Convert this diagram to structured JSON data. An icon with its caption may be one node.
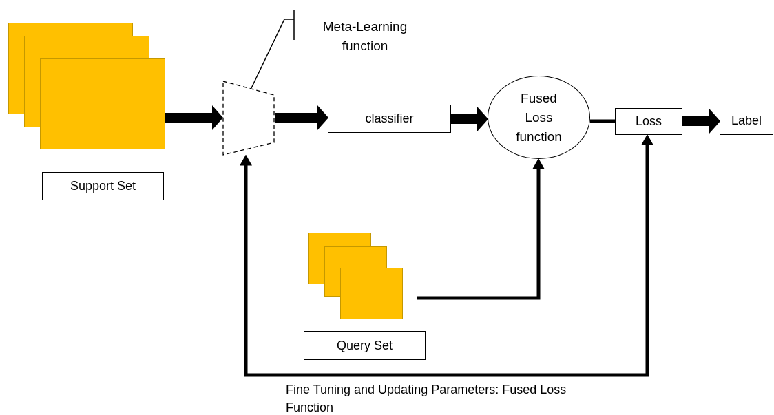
{
  "diagram": {
    "nodes": [
      {
        "text": [],
        "shape": "box"
      },
      {
        "text": [
          "Support Set"
        ]
      },
      {
        "text": [],
        "shape": "trapezoid"
      },
      {
        "text": [
          "Meta-Learning function"
        ]
      },
      {
        "text": [
          "classifier"
        ]
      },
      {
        "text": [
          "Fused Loss function"
        ]
      },
      {
        "text": [
          "Loss"
        ]
      },
      {
        "text": [
          "Label"
        ]
      },
      {
        "text": [],
        "shape": "box"
      },
      {
        "text": [
          "Query Set"
        ]
      }
    ],
    "edges": [
      {
        "from": 0,
        "to": 2,
        "arrow": "to",
        "style": "thick"
      },
      {
        "from": 2,
        "to": 4,
        "arrow": "to",
        "style": "thick"
      },
      {
        "from": 4,
        "to": 5,
        "arrow": "to",
        "style": "thick"
      },
      {
        "from": 5,
        "to": 6,
        "arrow": "none"
      },
      {
        "from": 6,
        "to": 7,
        "arrow": "to",
        "style": "thick"
      },
      {
        "from": 8,
        "to": 5,
        "arrow": "to"
      },
      {
        "from": 6,
        "to": 2,
        "arrow": "both",
        "label": "Fine Tuning and Updating Parameters: Fused Loss Function"
      },
      {
        "from": 3,
        "to": 2,
        "arrow": "none"
      }
    ]
  }
}
